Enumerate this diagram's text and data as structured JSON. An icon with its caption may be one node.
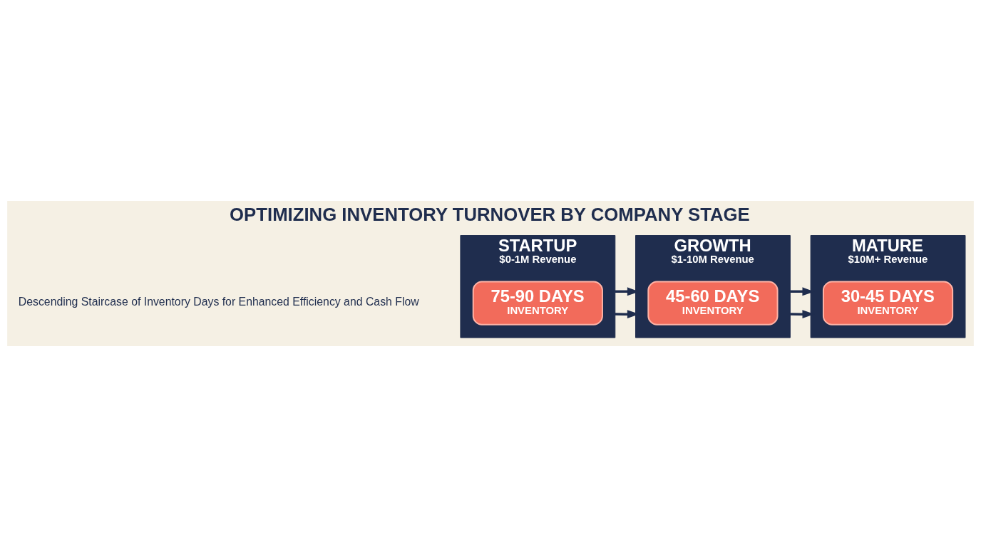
{
  "diagram": {
    "title": "OPTIMIZING INVENTORY TURNOVER BY COMPANY STAGE",
    "nodes": [
      {
        "text": [
          "STARTUP",
          "$0-1M Revenue"
        ]
      },
      {
        "text": [
          "75-90 DAYS",
          "INVENTORY"
        ],
        "in": 0
      },
      {
        "text": [
          "GROWTH",
          "$1-10M Revenue"
        ]
      },
      {
        "text": [
          "45-60 DAYS",
          "INVENTORY"
        ],
        "in": 2
      },
      {
        "text": [
          "MATURE",
          "$10M+ Revenue"
        ]
      },
      {
        "text": [
          "30-45 DAYS",
          "INVENTORY"
        ],
        "in": 4
      }
    ],
    "edges": [
      {
        "from": 0,
        "to": 2,
        "arrow": "to"
      },
      {
        "from": 0,
        "to": 2,
        "arrow": "to"
      },
      {
        "from": 2,
        "to": 4,
        "arrow": "to"
      },
      {
        "from": 2,
        "to": 4,
        "arrow": "to"
      }
    ],
    "labels": [
      "Descending Staircase of Inventory Days for Enhanced Efficiency and Cash Flow"
    ]
  }
}
